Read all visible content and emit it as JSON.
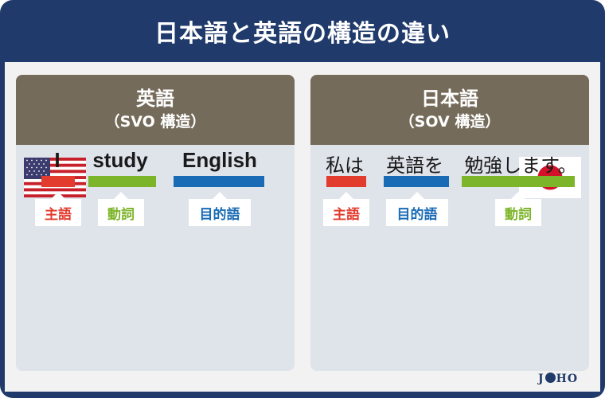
{
  "title": "日本語と英語の構造の違い",
  "colors": {
    "frame": "#1f3a6b",
    "panel_header": "#756b5a",
    "panel_body": "#dfe3ea",
    "subject": "#e23c2e",
    "verb": "#7db52a",
    "object": "#1a6bb5"
  },
  "english": {
    "heading": "英語",
    "subheading": "（SVO 構造）",
    "flag_icon": "us-flag-icon",
    "words": [
      "I",
      "study",
      "English"
    ],
    "roles": [
      "主語",
      "動詞",
      "目的語"
    ]
  },
  "japanese": {
    "heading": "日本語",
    "subheading": "（SOV 構造）",
    "flag_icon": "japan-flag-icon",
    "words": [
      "私は",
      "英語を",
      "勉強します。"
    ],
    "roles": [
      "主語",
      "目的語",
      "動詞"
    ]
  },
  "logo": {
    "left": "J",
    "right": "HO"
  }
}
